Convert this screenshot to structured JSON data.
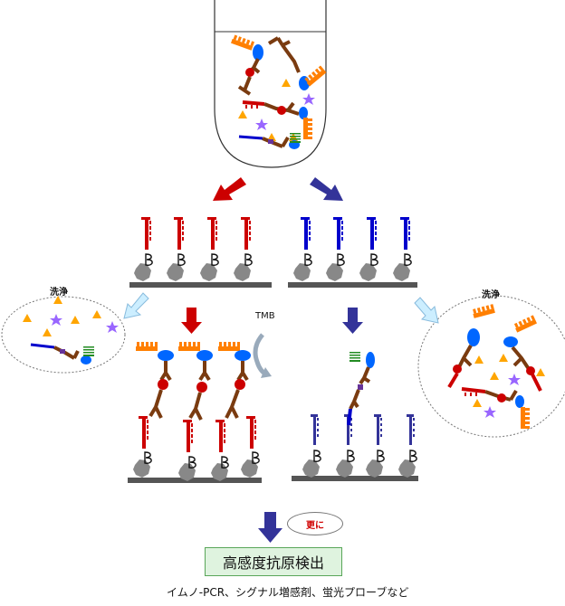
{
  "labels": {
    "wash_left": "洗浄",
    "wash_right": "洗浄",
    "tmb": "TMB",
    "sarani": "更に",
    "result": "高感度抗原検出",
    "footnote": "イムノ-PCR、シグナル増感剤、蛍光プローブなど"
  },
  "colors": {
    "red": "#cc0000",
    "blue": "#0000cc",
    "navy": "#333399",
    "brown": "#7a3b10",
    "orange": "#ff7f00",
    "ellipse": "#0066ff",
    "hex": "#888888",
    "base": "#555555",
    "triangle": "#ffa500",
    "star": "#9966ff",
    "green": "#228b22",
    "light_blue": "#cceeff",
    "result_bg": "#dff3df"
  }
}
